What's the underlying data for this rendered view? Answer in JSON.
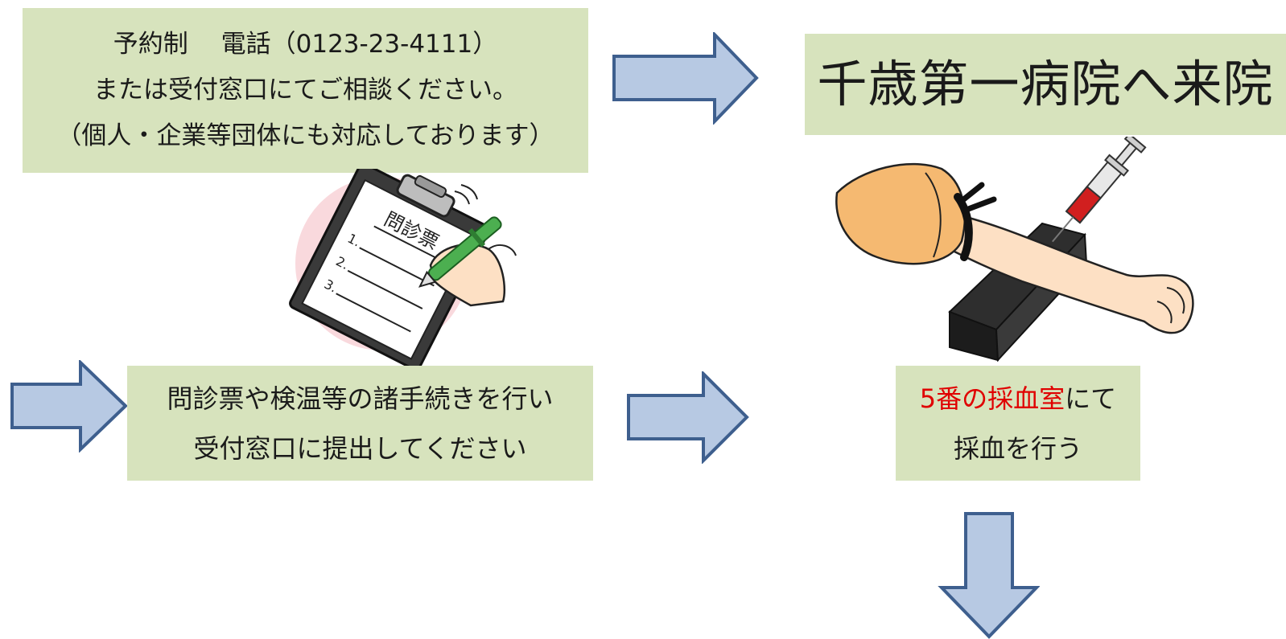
{
  "reservation": {
    "line1": "予約制　 電話（0123-23-4111）",
    "line2": "または受付窓口にてご相談ください。",
    "line3": "（個人・企業等団体にも対応しております）"
  },
  "visit": {
    "title": "千歳第一病院へ来院"
  },
  "forms": {
    "line1": "問診票や検温等の諸手続きを行い",
    "line2": "受付窓口に提出してください"
  },
  "blood": {
    "highlight": "5番の採血室",
    "line1_rest": "にて",
    "line2": "採血を行う"
  },
  "questionnaire_illustration": {
    "heading": "問診票",
    "items": [
      "1.",
      "2.",
      "3."
    ]
  },
  "colors": {
    "box_fill": "#d7e3bd",
    "arrow_fill": "#b7c9e3",
    "arrow_stroke": "#3e5f8e",
    "highlight_red": "#e00000"
  },
  "icons": [
    "arrow-right-icon",
    "arrow-down-icon",
    "clipboard-pen-icon",
    "blood-draw-arm-icon"
  ]
}
